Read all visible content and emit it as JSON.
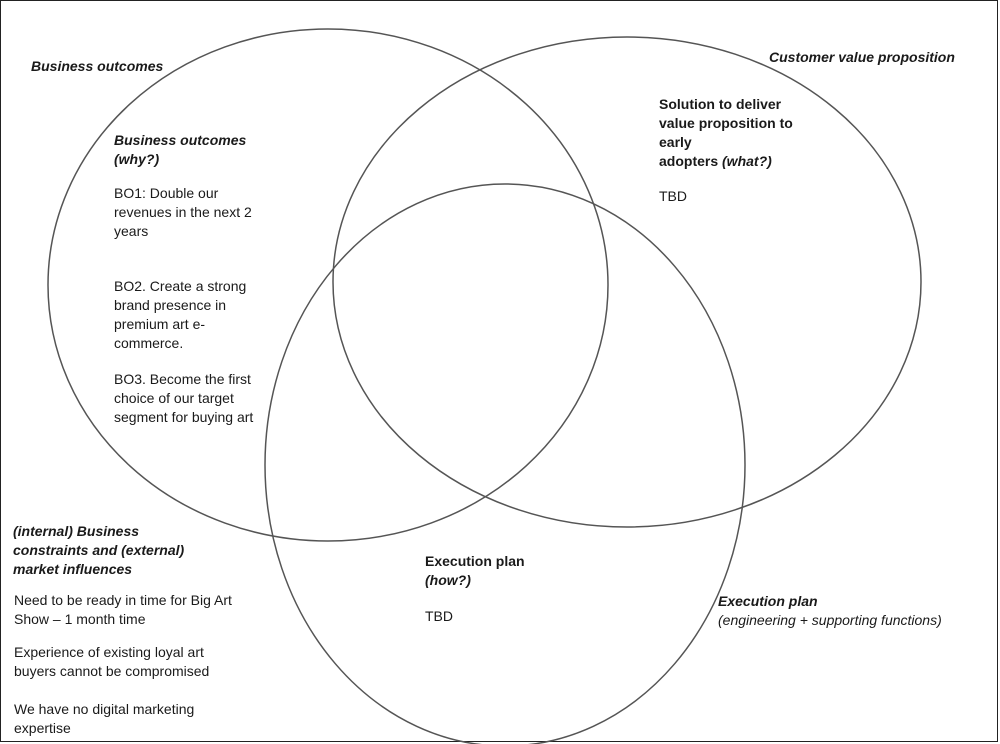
{
  "corner_labels": {
    "business_outcomes": "Business outcomes",
    "customer_value_proposition": "Customer value proposition",
    "execution_plan_title": "Execution plan",
    "execution_plan_sub": "(engineering + supporting functions)",
    "constraints_line1": "(internal) Business",
    "constraints_line2": "constraints and (external)",
    "constraints_line3": "market influences"
  },
  "business_outcomes": {
    "heading_line1": "Business outcomes",
    "heading_line2": "(why?)",
    "bo1_line1": "BO1: Double our",
    "bo1_line2": "revenues in the next 2",
    "bo1_line3": "years",
    "bo2_line1": "BO2. Create a strong",
    "bo2_line2": "brand presence in",
    "bo2_line3": "premium art e-",
    "bo2_line4": "commerce.",
    "bo3_line1": "BO3. Become the first",
    "bo3_line2": "choice of our target",
    "bo3_line3": "segment for buying art"
  },
  "solution": {
    "line1": "Solution to deliver",
    "line2": "value proposition to",
    "line3": "early",
    "line4": "adopters",
    "what": "(what?)",
    "value": "TBD"
  },
  "execution": {
    "heading_line1": "Execution plan",
    "heading_line2": "(how?)",
    "value": "TBD"
  },
  "constraints": {
    "item1_line1": "Need to be ready in time for Big Art",
    "item1_line2": "Show – 1 month time",
    "item2_line1": "Experience of existing loyal art",
    "item2_line2": "buyers cannot be compromised",
    "item3_line1": "We have no digital marketing",
    "item3_line2": "expertise"
  },
  "colors": {
    "circle_stroke": "#555555",
    "text": "#1a1a1a"
  }
}
